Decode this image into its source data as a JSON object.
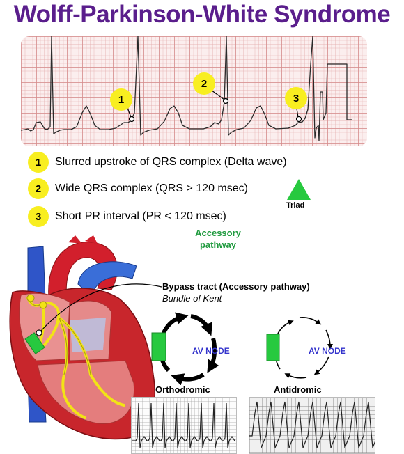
{
  "title": "Wolff-Parkinson-White Syndrome",
  "colors": {
    "title": "#5a1e8c",
    "bubble": "#f8ee20",
    "green": "#27c93f",
    "label_green": "#1f9a3e",
    "av_node_blue": "#3333cc"
  },
  "ecg_markers": [
    "1",
    "2",
    "3"
  ],
  "criteria": [
    {
      "number": "1",
      "text": "Slurred upstroke of QRS complex (Delta wave)"
    },
    {
      "number": "2",
      "text": "Wide QRS complex (QRS > 120 msec)"
    },
    {
      "number": "3",
      "text": "Short PR interval (PR < 120 msec)"
    }
  ],
  "triad_label": "Triad",
  "accessory_pathway_label": "Accessory pathway",
  "bypass_tract_title": "Bypass tract (Accessory pathway)",
  "bypass_tract_subtitle": "Bundle of Kent",
  "orthodromic": {
    "node_label": "AV NODE",
    "caption": "Orthodromic"
  },
  "antidromic": {
    "node_label": "AV NODE",
    "caption": "Antidromic"
  },
  "icons": [
    "triad-triangle-icon",
    "heart-illustration",
    "reentry-circuit-icon",
    "accessory-pathway-block-icon"
  ]
}
